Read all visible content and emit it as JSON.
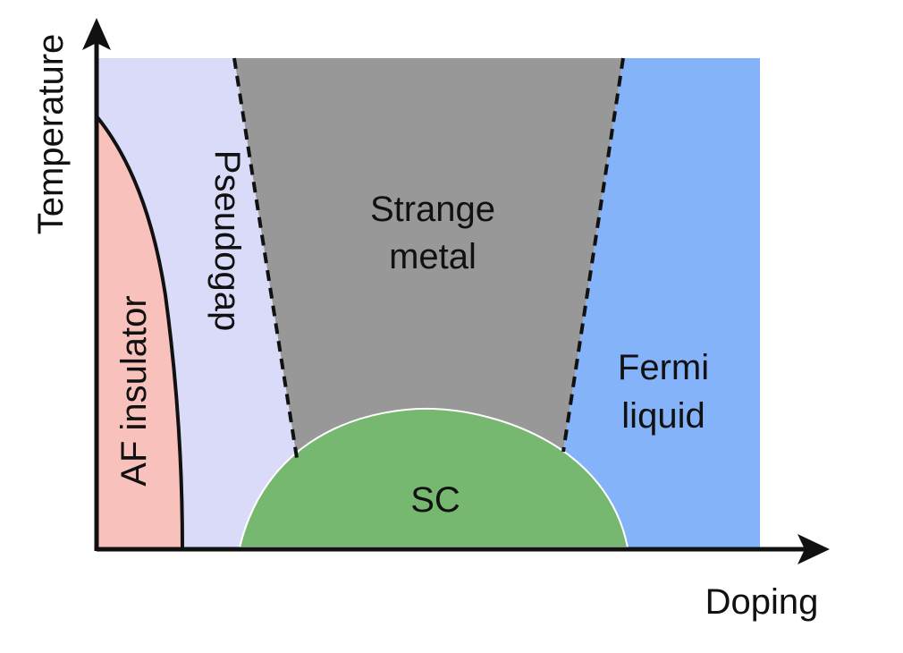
{
  "axes": {
    "x_label": "Doping",
    "y_label": "Temperature"
  },
  "regions": {
    "af_insulator": {
      "label": "AF insulator",
      "color": "#f9c1bb"
    },
    "pseudogap": {
      "label": "Pseudogap",
      "color": "#d9dbf9"
    },
    "strange_metal": {
      "label_line1": "Strange",
      "label_line2": "metal",
      "color": "#989898"
    },
    "fermi_liquid": {
      "label_line1": "Fermi",
      "label_line2": "liquid",
      "color": "#84b3f9"
    },
    "sc": {
      "label": "SC",
      "color": "#77b870"
    }
  },
  "colors": {
    "axis": "#111111",
    "boundary": "#111111",
    "background": "#ffffff"
  }
}
